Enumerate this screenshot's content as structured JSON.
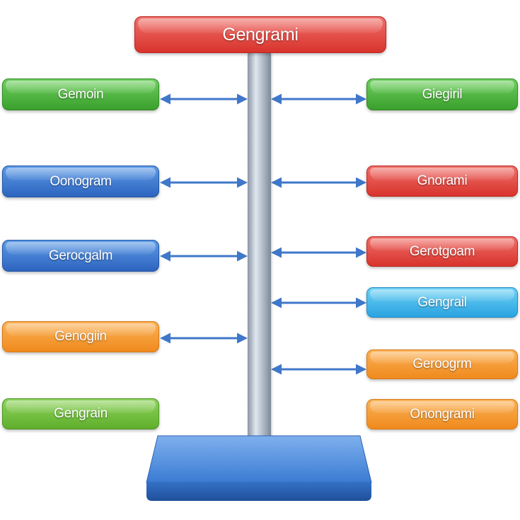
{
  "diagram": {
    "title": "Gengrami",
    "left_boxes": [
      {
        "label": "Gemoin",
        "color": "green"
      },
      {
        "label": "Oonogram",
        "color": "blue"
      },
      {
        "label": "Gerocgalm",
        "color": "blue"
      },
      {
        "label": "Genogiin",
        "color": "orange"
      },
      {
        "label": "Gengrain",
        "color": "lgreen"
      }
    ],
    "right_boxes": [
      {
        "label": "Giegiril",
        "color": "green"
      },
      {
        "label": "Gnorami",
        "color": "red"
      },
      {
        "label": "Gerotgoam",
        "color": "red"
      },
      {
        "label": "Gengrail",
        "color": "cyan"
      },
      {
        "label": "Geroogrm",
        "color": "orange"
      },
      {
        "label": "Onongrami",
        "color": "orange"
      }
    ],
    "colors": {
      "arrow": "#3f77c9",
      "pole": "#b9c3cf",
      "base": "#3d7fd6",
      "title_box": "#e8423b"
    }
  }
}
